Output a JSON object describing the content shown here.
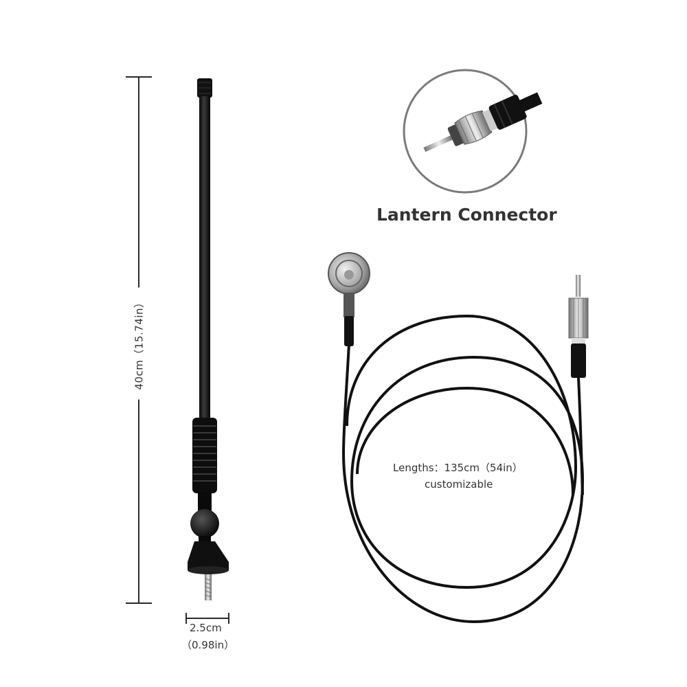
{
  "dimensions": {
    "height_label": "40cm（15.74in）",
    "base_width_cm": "2.5cm",
    "base_width_in": "（0.98in）"
  },
  "connector": {
    "title": "Lantern Connector"
  },
  "cable": {
    "length_label": "Lengths：135cm（54in）",
    "note": "customizable"
  }
}
